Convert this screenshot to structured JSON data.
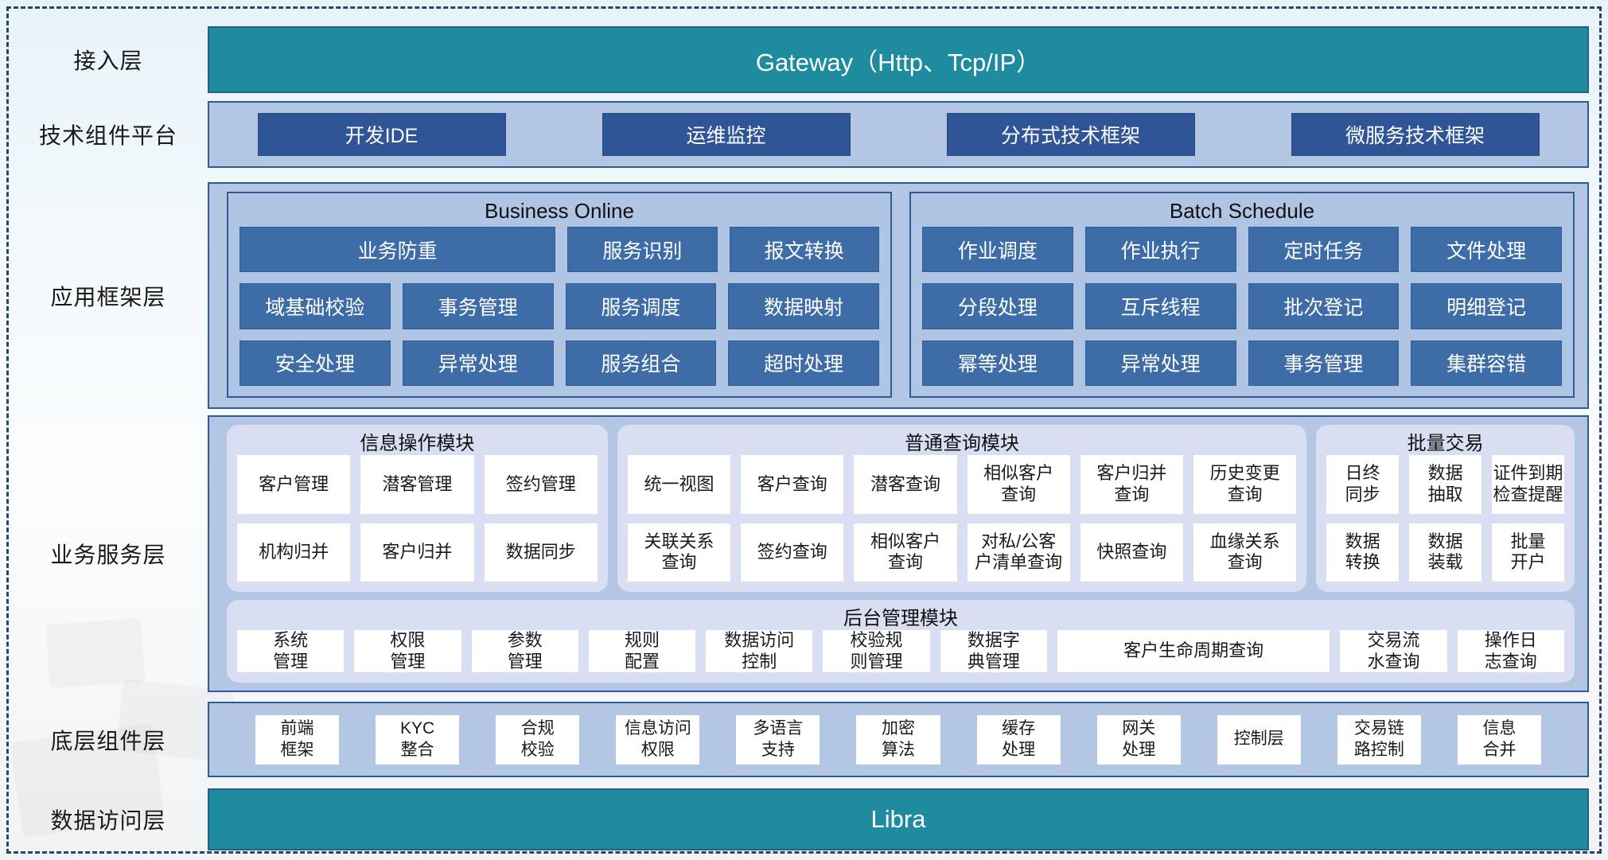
{
  "access_layer": {
    "label": "接入层",
    "gateway": "Gateway（Http、Tcp/IP）"
  },
  "tech_platform": {
    "label": "技术组件平台",
    "items": [
      "开发IDE",
      "运维监控",
      "分布式技术框架",
      "微服务技术框架"
    ]
  },
  "app_framework": {
    "label": "应用框架层",
    "panels": [
      {
        "title": "Business Online",
        "rows": [
          [
            {
              "label": "业务防重",
              "span": 2.12
            },
            "服务识别",
            "报文转换"
          ],
          [
            "域基础校验",
            "事务管理",
            "服务调度",
            "数据映射"
          ],
          [
            "安全处理",
            "异常处理",
            "服务组合",
            "超时处理"
          ]
        ]
      },
      {
        "title": "Batch Schedule",
        "rows": [
          [
            "作业调度",
            "作业执行",
            "定时任务",
            "文件处理"
          ],
          [
            "分段处理",
            "互斥线程",
            "批次登记",
            "明细登记"
          ],
          [
            "幂等处理",
            "异常处理",
            "事务管理",
            "集群容错"
          ]
        ]
      }
    ]
  },
  "service_layer": {
    "label": "业务服务层",
    "modules": [
      {
        "title": "信息操作模块",
        "rows": [
          [
            "客户管理",
            "潜客管理",
            "签约管理"
          ],
          [
            "机构归并",
            "客户归并",
            "数据同步"
          ]
        ]
      },
      {
        "title": "普通查询模块",
        "rows": [
          [
            "统一视图",
            "客户查询",
            "潜客查询",
            "相似客户\n查询",
            "客户归并\n查询",
            "历史变更\n查询"
          ],
          [
            "关联关系\n查询",
            "签约查询",
            "相似客户\n查询",
            "对私/公客\n户清单查询",
            "快照查询",
            "血缘关系\n查询"
          ]
        ]
      },
      {
        "title": "批量交易",
        "rows": [
          [
            "日终\n同步",
            "数据\n抽取",
            "证件到期\n检查提醒"
          ],
          [
            "数据\n转换",
            "数据\n装载",
            "批量\n开户"
          ]
        ]
      }
    ],
    "admin": {
      "title": "后台管理模块",
      "items": [
        "系统\n管理",
        "权限\n管理",
        "参数\n管理",
        "规则\n配置",
        "数据访问\n控制",
        "校验规\n则管理",
        "数据字\n典管理",
        {
          "label": "客户生命周期查询",
          "span": 2.55
        },
        "交易流\n水查询",
        "操作日\n志查询"
      ]
    }
  },
  "component_layer": {
    "label": "底层组件层",
    "items": [
      "前端\n框架",
      "KYC\n整合",
      "合规\n校验",
      "信息访问\n权限",
      "多语言\n支持",
      "加密\n算法",
      "缓存\n处理",
      "网关\n处理",
      "控制层",
      "交易链\n路控制",
      "信息\n合并"
    ]
  },
  "data_access_layer": {
    "label": "数据访问层",
    "bar": "Libra"
  },
  "colors": {
    "teal": "#1e8b9e",
    "container_blue": "#b3c6e4",
    "dark_button_blue": "#2f5597",
    "mid_button_blue": "#3d6ca6",
    "module_lavender": "#d9def2",
    "border_navy": "#2e5a96"
  }
}
